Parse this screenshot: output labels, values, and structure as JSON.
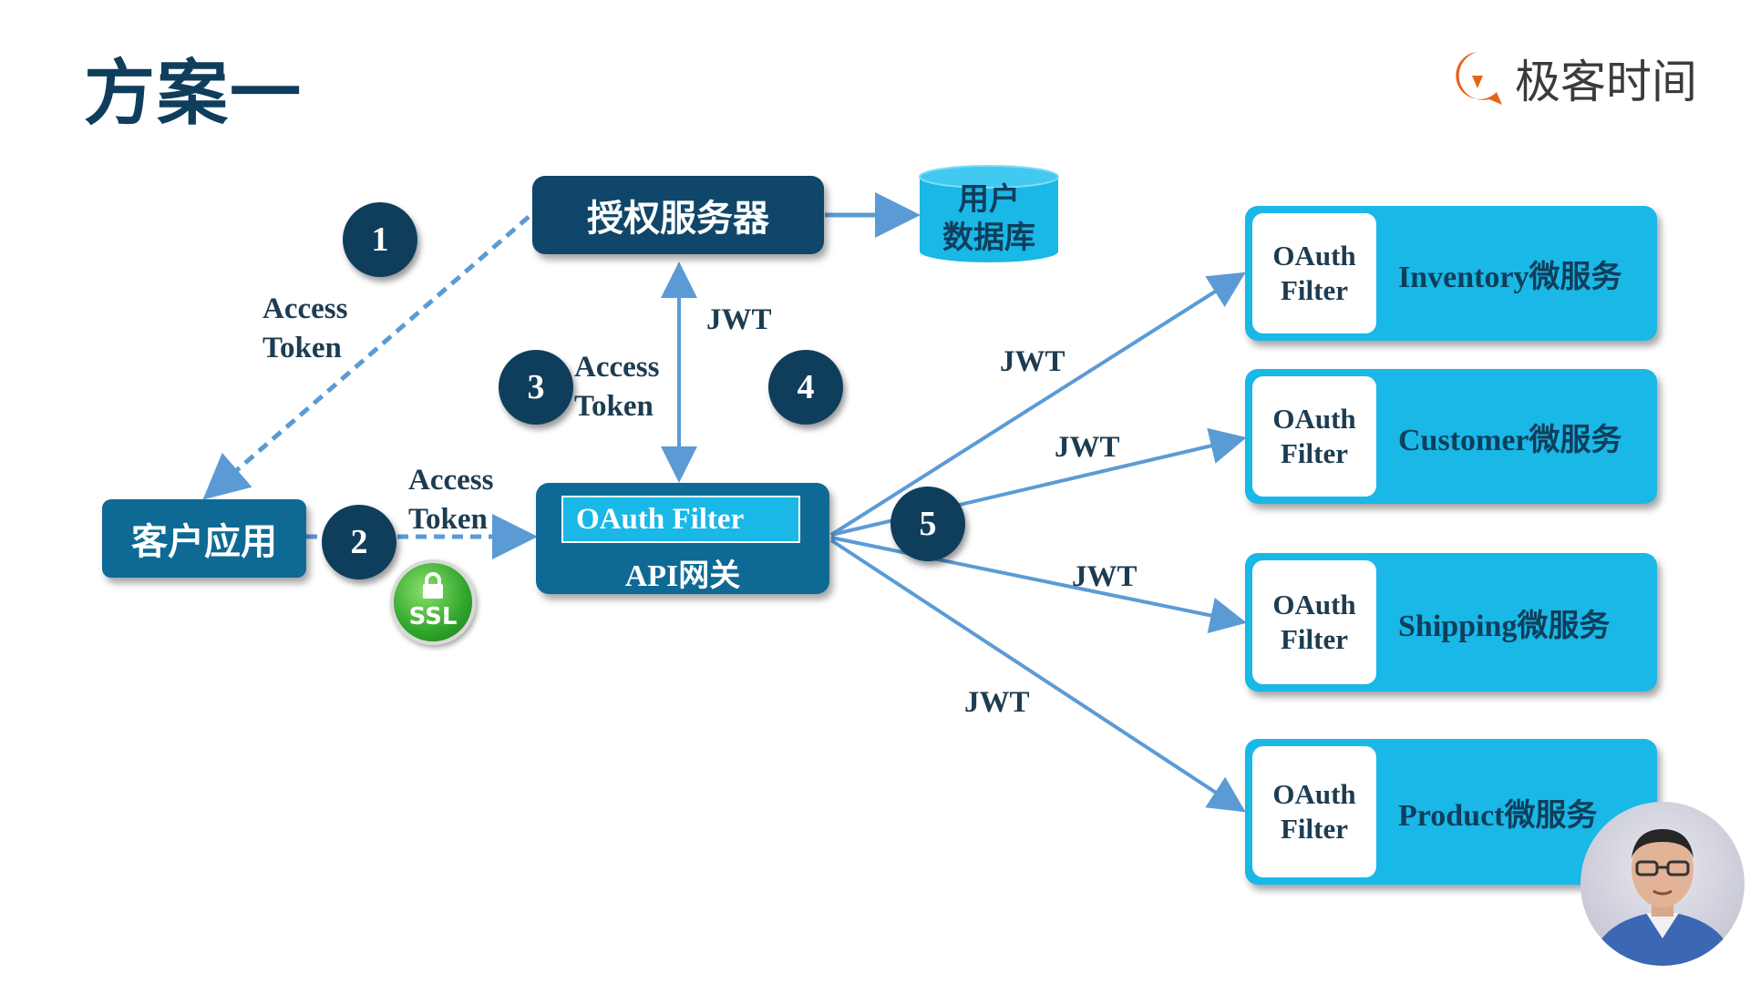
{
  "title": "方案一",
  "logo": {
    "text": "极客时间",
    "icon": "geektime-logo-icon",
    "color": "#e8631a"
  },
  "colors": {
    "dark": "#0f4669",
    "mid": "#0e6a95",
    "light": "#19b8e6",
    "arrow": "#5b9bd5",
    "text": "#1d3c52"
  },
  "nodes": {
    "auth_server": "授权服务器",
    "user_db": {
      "line1": "用户",
      "line2": "数据库"
    },
    "client_app": "客户应用",
    "gateway": {
      "filter": "OAuth Filter",
      "label": "API网关"
    },
    "ssl_badge": "SSL"
  },
  "steps": [
    "1",
    "2",
    "3",
    "4",
    "5"
  ],
  "labels": {
    "access": "Access",
    "token": "Token",
    "jwt": "JWT"
  },
  "services": [
    {
      "filter_line1": "OAuth",
      "filter_line2": "Filter",
      "name": "Inventory微服务"
    },
    {
      "filter_line1": "OAuth",
      "filter_line2": "Filter",
      "name": "Customer微服务"
    },
    {
      "filter_line1": "OAuth",
      "filter_line2": "Filter",
      "name": "Shipping微服务"
    },
    {
      "filter_line1": "OAuth",
      "filter_line2": "Filter",
      "name": "Product微服务"
    }
  ]
}
